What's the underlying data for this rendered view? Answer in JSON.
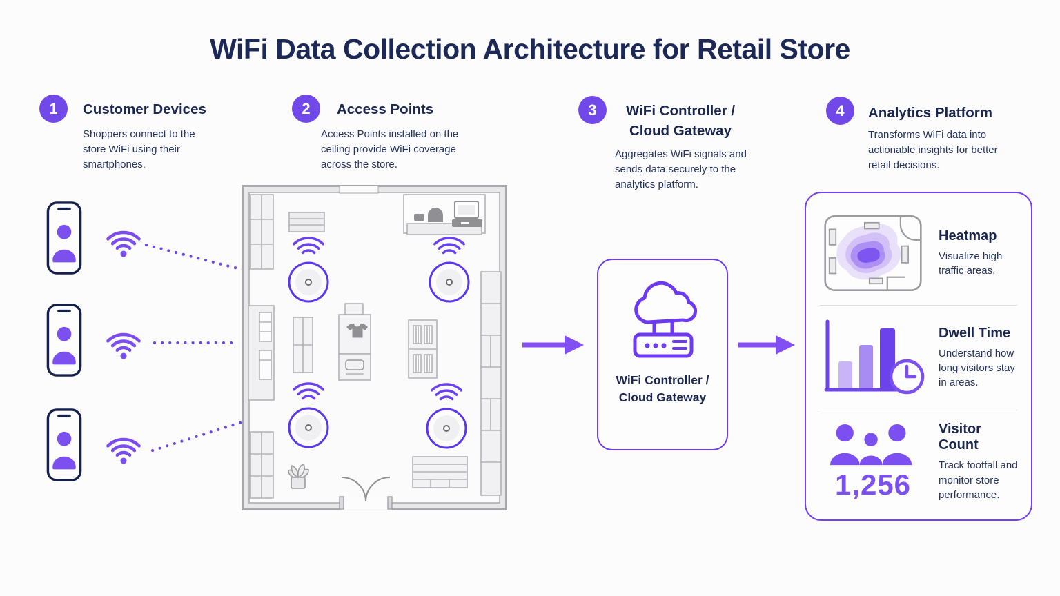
{
  "title": "WiFi Data Collection Architecture for Retail Store",
  "steps": [
    {
      "number": "1",
      "title": "Customer Devices",
      "description": "Shoppers connect to the store WiFi using their smartphones."
    },
    {
      "number": "2",
      "title": "Access Points",
      "description": "Access Points installed on the ceiling provide WiFi coverage across the store."
    },
    {
      "number": "3",
      "title": "WiFi Controller / Cloud Gateway",
      "description": "Aggregates WiFi signals and sends data securely to the analytics platform."
    },
    {
      "number": "4",
      "title": "Analytics Platform",
      "description": "Transforms WiFi data into actionable insights for better retail decisions."
    }
  ],
  "controller": {
    "label_line1": "WiFi Controller /",
    "label_line2": "Cloud Gateway"
  },
  "analytics": {
    "features": [
      {
        "title": "Heatmap",
        "description": "Visualize high traffic areas."
      },
      {
        "title": "Dwell Time",
        "description": "Understand how long visitors stay in areas."
      },
      {
        "title": "Visitor Count",
        "description": "Track footfall and monitor store performance.",
        "count": "1,256"
      }
    ]
  },
  "icons": {
    "devices": "smartphone-user-icon",
    "signal": "wifi-signal-icon",
    "access_point": "access-point-icon",
    "gateway": "cloud-router-icon",
    "heatmap": "heatmap-icon",
    "dwell": "bar-chart-clock-icon",
    "visitors": "people-icon"
  },
  "colors": {
    "accent_purple": "#7b4ff0",
    "deep_purple": "#5a36f0",
    "badge_purple": "#7149e8",
    "navy": "#1b2750",
    "bar_light": "#c9b4f8",
    "bar_mid": "#a98bf4",
    "bar_dark": "#6b42ec",
    "floorplan_gray": "#a9a9ae",
    "background": "#fcfcfd"
  }
}
